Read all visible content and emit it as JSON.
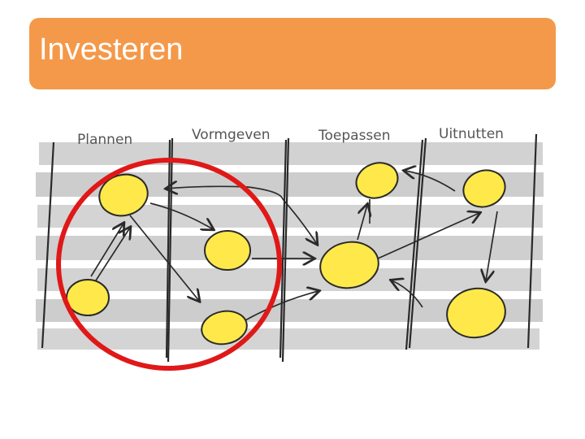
{
  "slide": {
    "title": "Investeren"
  },
  "diagram": {
    "columns": [
      {
        "label": "Plannen"
      },
      {
        "label": "Vormgeven"
      },
      {
        "label": "Toepassen"
      },
      {
        "label": "Uitnutten"
      }
    ],
    "colors": {
      "banner": "#f4994a",
      "band": "#cfcfcf",
      "node_fill": "#ffe94a",
      "ink": "#2a2a2a",
      "highlight_ring": "#e01818"
    }
  }
}
